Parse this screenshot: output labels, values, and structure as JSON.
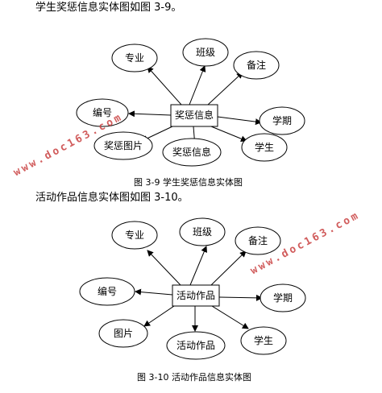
{
  "intro1": "学生奖惩信息实体图如图 3-9。",
  "intro2": "活动作品信息实体图如图 3-10。",
  "fig1": {
    "caption": "图 3-9 学生奖惩信息实体图",
    "center": "奖惩信息",
    "attrs": [
      "专业",
      "班级",
      "备注",
      "编号",
      "学期",
      "奖惩图片",
      "奖惩信息",
      "学生"
    ]
  },
  "fig2": {
    "caption": "图 3-10 活动作品信息实体图",
    "center": "活动作品",
    "attrs": [
      "专业",
      "班级",
      "备注",
      "编号",
      "学期",
      "图片",
      "活动作品",
      "学生"
    ]
  },
  "watermark": "www.doc163.com"
}
